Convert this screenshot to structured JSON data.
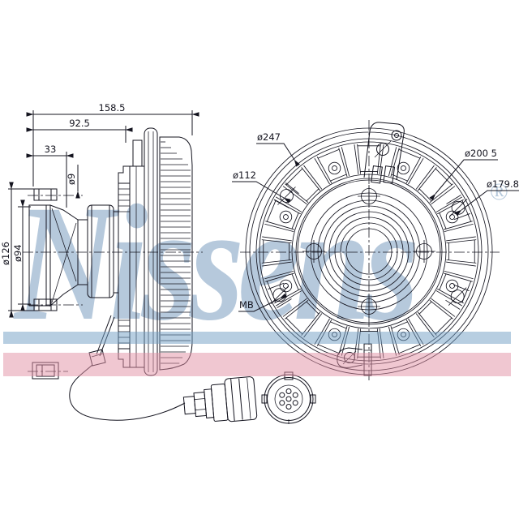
{
  "watermark": {
    "text": "Nissens",
    "registered_mark": "®"
  },
  "colors": {
    "line": "#14141f",
    "watermark": "#b6c9dc",
    "band-blue": "#6f9dc4",
    "band-pink": "#e28fa3"
  },
  "side_view": {
    "dimensions": {
      "total_length": "158.5",
      "upper_length": "92.5",
      "hub_length": "33",
      "stud_hole": "ø9",
      "flange_od": "ø126",
      "pilot_od": "ø94"
    }
  },
  "front_view": {
    "dimensions": {
      "outer_od": "ø247",
      "hub_bolt_circle": "ø112",
      "mount_bolt_circle": "ø200 5",
      "ring_od": "ø179.8"
    },
    "marking": "MB"
  }
}
